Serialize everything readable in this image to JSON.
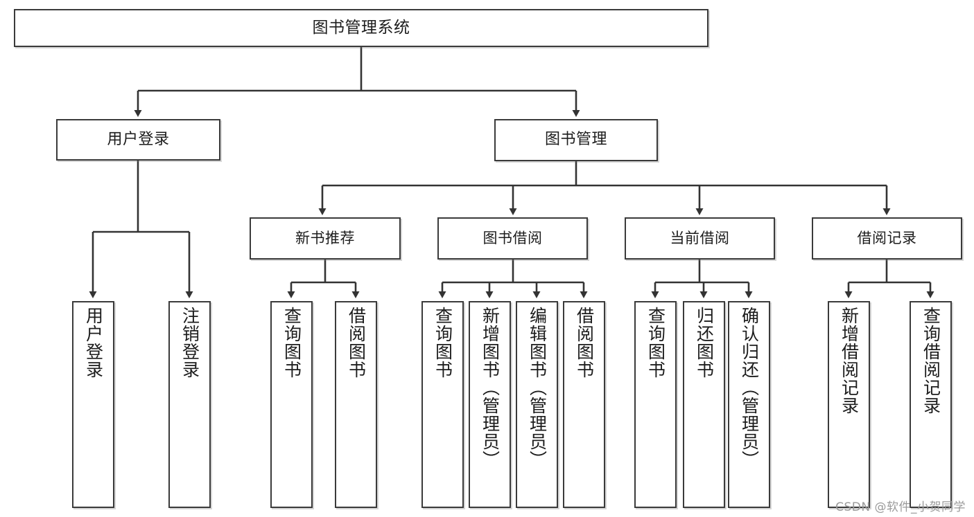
{
  "diagram": {
    "title": "图书管理系统",
    "type": "tree-hierarchy-diagram",
    "colors": {
      "box_border": "#3a3a3a",
      "box_fill": "#ffffff",
      "connector": "#333333",
      "text": "#1c1c1c",
      "watermark": "#9a9a9a"
    },
    "nodes": {
      "root": {
        "label": "图书管理系统"
      },
      "level2": [
        {
          "label": "用户登录"
        },
        {
          "label": "图书管理"
        }
      ],
      "level3": [
        {
          "label": "新书推荐"
        },
        {
          "label": "图书借阅"
        },
        {
          "label": "当前借阅"
        },
        {
          "label": "借阅记录"
        }
      ],
      "leaves": {
        "user_login": [
          {
            "label": "用户登录"
          },
          {
            "label": "注销登录"
          }
        ],
        "new_book_recommend": [
          {
            "label": "查询图书"
          },
          {
            "label": "借阅图书"
          }
        ],
        "book_borrow": [
          {
            "label": "查询图书"
          },
          {
            "label": "新增图书（管理员）"
          },
          {
            "label": "编辑图书（管理员）"
          },
          {
            "label": "借阅图书"
          }
        ],
        "current_borrow": [
          {
            "label": "查询图书"
          },
          {
            "label": "归还图书"
          },
          {
            "label": "确认归还（管理员）"
          }
        ],
        "borrow_record": [
          {
            "label": "新增借阅记录"
          },
          {
            "label": "查询借阅记录"
          }
        ]
      }
    },
    "watermark": "CSDN @软件_小贺同学"
  }
}
